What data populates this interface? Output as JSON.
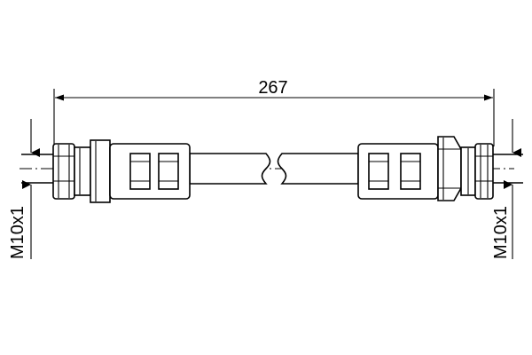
{
  "drawing": {
    "overall_length": "267",
    "left_thread": "M10x1",
    "right_thread": "M10x1",
    "line_color": "#000000",
    "background": "#ffffff"
  }
}
